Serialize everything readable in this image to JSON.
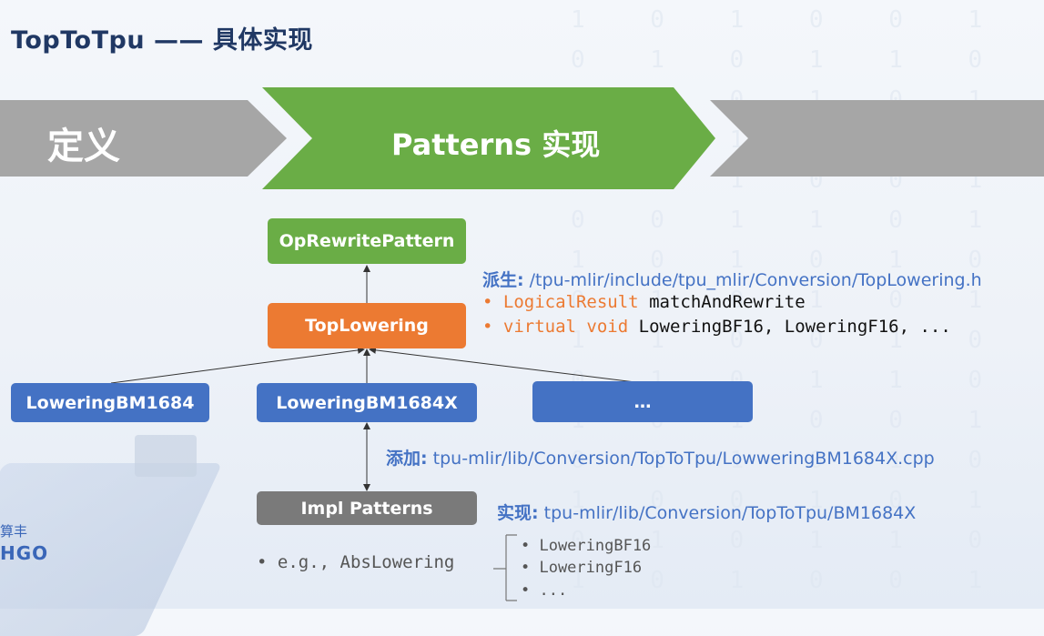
{
  "title": "TopToTpu —— 具体实现",
  "banner": {
    "left_label": "定义",
    "center_label": "Patterns 实现",
    "colors": {
      "gray": "#a6a6a6",
      "green": "#6aad46"
    }
  },
  "boxes": {
    "op_rewrite": "OpRewritePattern",
    "top_lowering": "TopLowering",
    "lowering_bm1684": "LoweringBM1684",
    "lowering_bm1684x": "LoweringBM1684X",
    "ellipsis": "…",
    "impl_patterns": "Impl Patterns"
  },
  "annotations": {
    "derive_key": "派生:",
    "derive_path": "/tpu-mlir/include/tpu_mlir/Conversion/TopLowering.h",
    "item1_bullet": "•",
    "item1_type": "LogicalResult",
    "item1_name": "matchAndRewrite",
    "item2_bullet": "•",
    "item2_type": "virtual void",
    "item2_names": "LoweringBF16, LoweringF16, ...",
    "add_key": "添加:",
    "add_path": "tpu-mlir/lib/Conversion/TopToTpu/LowweringBM1684X.cpp",
    "impl_key": "实现:",
    "impl_path": "tpu-mlir/lib/Conversion/TopToTpu/BM1684X"
  },
  "examples": {
    "eg": "• e.g., AbsLowering",
    "list": [
      "•  LoweringBF16",
      "•  LoweringF16",
      "•  ..."
    ]
  },
  "logo": {
    "top": "算丰",
    "bottom": "HGO"
  },
  "colors": {
    "green": "#6aad46",
    "orange": "#ec7a32",
    "blue": "#4472c4",
    "gray": "#7a7a7a",
    "title": "#203864"
  }
}
